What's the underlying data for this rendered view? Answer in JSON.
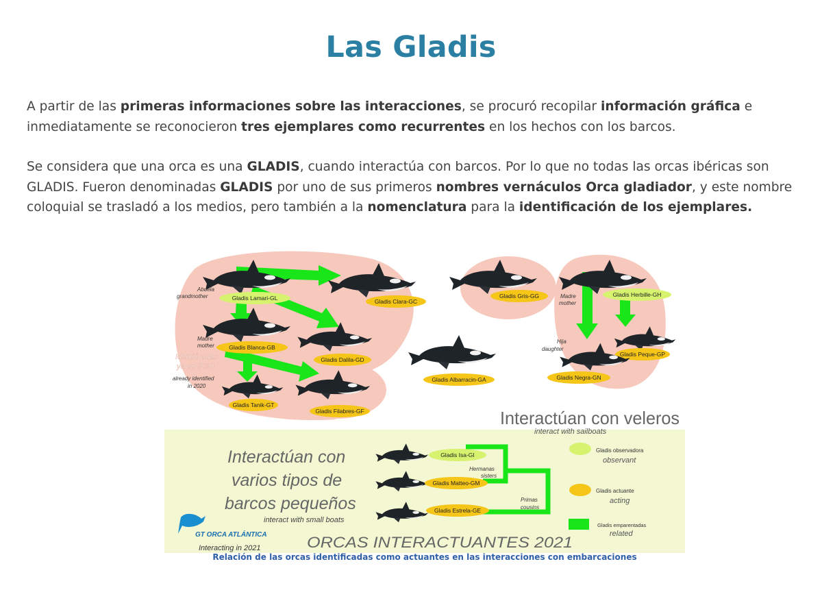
{
  "page": {
    "title": "Las Gladis"
  },
  "intro": [
    [
      {
        "t": "A partir de las ",
        "b": false
      },
      {
        "t": "primeras informaciones sobre las interacciones",
        "b": true
      },
      {
        "t": ", se procuró recopilar ",
        "b": false
      },
      {
        "t": "información gráfica",
        "b": true
      },
      {
        "t": " e inmediatamente se reconocieron ",
        "b": false
      },
      {
        "t": "tres ejemplares como recurrentes",
        "b": true
      },
      {
        "t": " en los hechos con los barcos.",
        "b": false
      }
    ],
    [
      {
        "t": "Se considera que una orca es una ",
        "b": false
      },
      {
        "t": "GLADIS",
        "b": true
      },
      {
        "t": ", cuando interactúa con barcos. Por lo que no todas las orcas ibéricas son GLADIS. Fueron denominadas ",
        "b": false
      },
      {
        "t": "GLADIS",
        "b": true
      },
      {
        "t": " por uno de sus primeros ",
        "b": false
      },
      {
        "t": "nombres vernáculos Orca gladiador",
        "b": true
      },
      {
        "t": ", y este nombre coloquial se trasladó a los medios, pero también a la ",
        "b": false
      },
      {
        "t": "nomenclatura",
        "b": true
      },
      {
        "t": " para la ",
        "b": false
      },
      {
        "t": "identificación de los ejemplares.",
        "b": true
      }
    ]
  ],
  "figure": {
    "orcas": {
      "lamari": "Gladis  Lamari-GL",
      "clara": "Gladis Clara-GC",
      "gris": "Gladis Gris-GG",
      "herbille": "Gladis Herbille-GH",
      "blanca": "Gladis  Blanca-GB",
      "dalila": "Gladis Dalila-GD",
      "albarracin": "Gladis Albarracin-GA",
      "peque": "Gladis Peque-GP",
      "negra": "Gladis Negra-GN",
      "tanik": "Gladis Tanik-GT",
      "filabres": "Gladis Filabres-GF",
      "isa": "Gladis Isa-GI",
      "matteo": "Gladis Matteo-GM",
      "estrela": "Gladis Estrela-GE"
    },
    "labels": {
      "abuela": "Abuela",
      "grandmother": "grandmother",
      "madre_left": "Madre",
      "mother_left": "mother",
      "madre_right": "Madre",
      "mother_right": "mother",
      "hija": "Hija",
      "daughter": "daughter",
      "identificadas_1": "Identificadas",
      "identificadas_2": "ya en 2020",
      "already_1": "already identified",
      "already_2": "in 2020",
      "veleros": "Interactúan con veleros",
      "veleros_en": "interact with sailboats",
      "pequenos_1": "Interactúan con",
      "pequenos_2": "varios tipos de",
      "pequenos_3": "barcos pequeños",
      "pequenos_en": "interact with small boats",
      "hermanas": "Hermanas",
      "sisters": "sisters",
      "primas": "Primas",
      "cousins": "cousins",
      "logo_text": "GT ORCA ATLÁNTICA",
      "interacting": "Interacting in 2021",
      "big_title": "ORCAS INTERACTUANTES 2021"
    },
    "legend": {
      "observadora": "Gladis observadora",
      "observant": "observant",
      "actuante": "Gladis actuante",
      "acting": "acting",
      "emparentadas": "Gladis emparentadas",
      "related": "related"
    },
    "colors": {
      "acting": "#f5c518",
      "observant": "#d6f26e",
      "related": "#19e619",
      "group_bg": "#f7c8bc",
      "panel_bg": "#f3f7d2"
    }
  },
  "caption": "Relación de las orcas identificadas como actuantes en las interacciones con embarcaciones"
}
